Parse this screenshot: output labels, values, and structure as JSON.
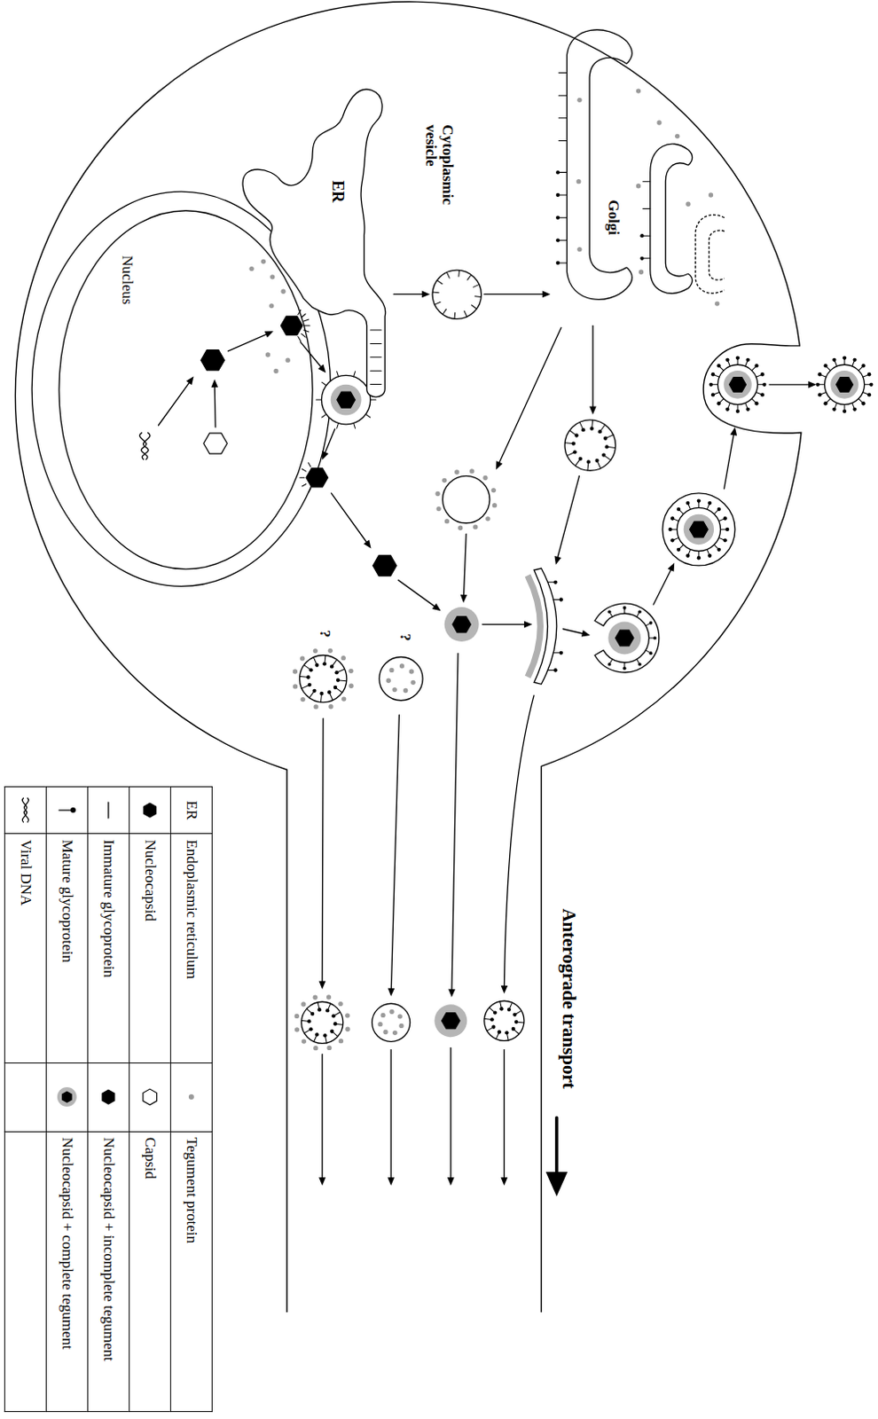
{
  "diagram": {
    "nodes": [
      {
        "text": [
          "Nucleus"
        ]
      },
      {
        "text": [
          "ER"
        ]
      },
      {
        "text": [
          "Cytoplasmic vesicle"
        ]
      },
      {
        "text": [
          "Golgi"
        ]
      }
    ],
    "edges": [
      {
        "from": 1,
        "to": 2,
        "arrow": "to"
      },
      {
        "from": 2,
        "to": 3,
        "arrow": "to"
      }
    ],
    "labels": [
      "?",
      "?",
      "Anterograde transport",
      "ER"
    ],
    "legend": [
      {
        "text": "Endoplasmic reticulum"
      },
      {
        "text": "Tegument protein"
      },
      {
        "text": "Nucleocapsid"
      },
      {
        "text": "Capsid"
      },
      {
        "text": "Immature glycoprotein"
      },
      {
        "text": "Nucleocapsid + incomplete tegument"
      },
      {
        "text": "Mature glycoprotein"
      },
      {
        "text": "Nucleocapsid + complete tegument"
      },
      {
        "text": "Viral DNA"
      }
    ]
  }
}
